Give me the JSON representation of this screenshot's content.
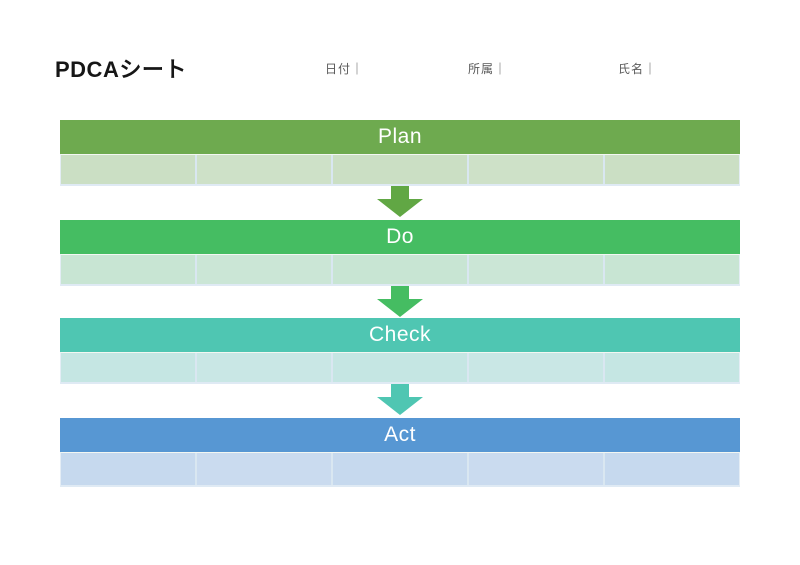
{
  "page": {
    "title": "PDCAシート"
  },
  "header_fields": [
    {
      "text": "日付｜"
    },
    {
      "text": "所属｜"
    },
    {
      "text": "氏名｜"
    }
  ],
  "diagram": {
    "type": "pdca-flow",
    "stages": [
      {
        "id": "plan",
        "label": "Plan",
        "header_color": "#6EAA4F",
        "row_color": "#CBDFC4",
        "cells": 5,
        "has_arrow": true,
        "arrow_color": "#61A744"
      },
      {
        "id": "do",
        "label": "Do",
        "header_color": "#45BD62",
        "row_color": "#C8E5D3",
        "cells": 5,
        "has_arrow": true,
        "arrow_color": "#45BD62"
      },
      {
        "id": "check",
        "label": "Check",
        "header_color": "#4FC6B2",
        "row_color": "#C5E6E3",
        "cells": 5,
        "has_arrow": true,
        "arrow_color": "#4FC6B2"
      },
      {
        "id": "act",
        "label": "Act",
        "header_color": "#5797D3",
        "row_color": "#C6D9EE",
        "cells": 5,
        "has_arrow": false,
        "arrow_color": null
      }
    ]
  }
}
